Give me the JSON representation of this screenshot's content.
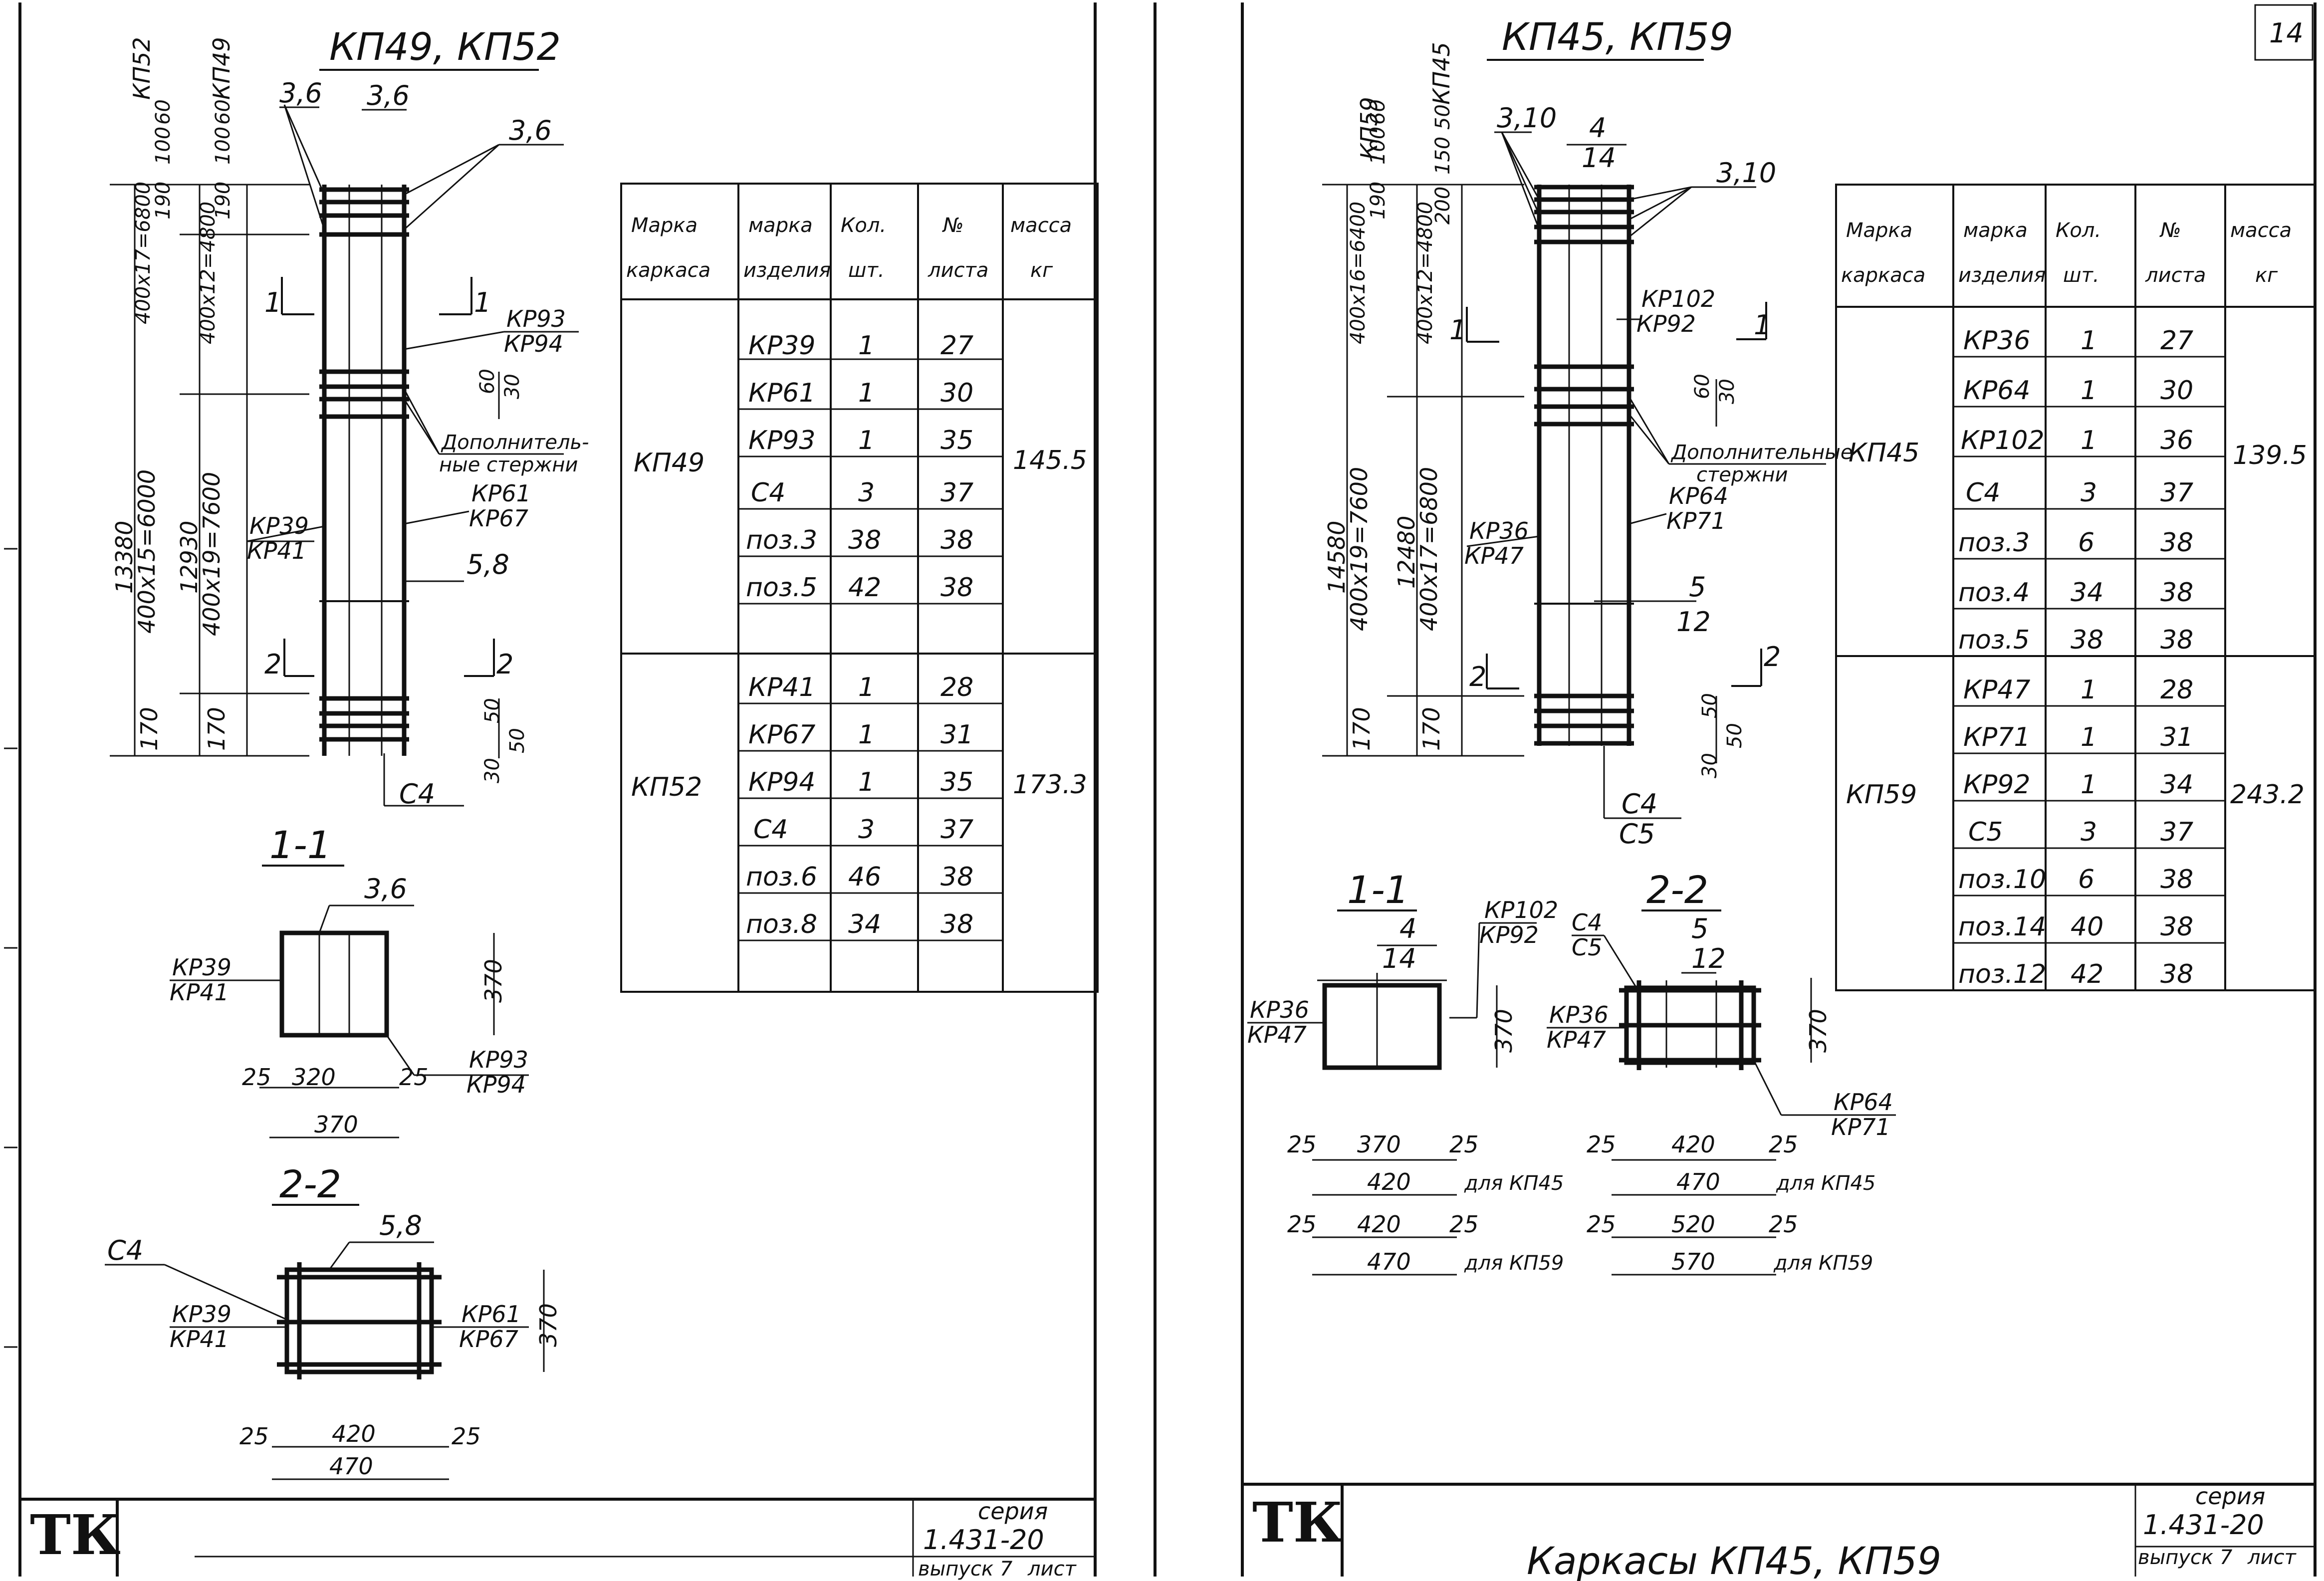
{
  "page_number": "14",
  "left": {
    "title": "КП49, КП52",
    "callouts": {
      "c36a": "3,6",
      "c36b": "3,6",
      "c36c": "3,6",
      "kr93_94": [
        "КР93",
        "КР94"
      ],
      "dop": [
        "Дополнитель-",
        "ные стержни"
      ],
      "kr61_67": [
        "КР61",
        "КР67"
      ],
      "kr39_41": [
        "КР39",
        "КР41"
      ],
      "c58": "5,8",
      "c4": "С4"
    },
    "elevation_dims": {
      "d1": "13380",
      "d2": "400х15=6000",
      "d3": "12930",
      "d4": "400х19=7600",
      "d5": "400х17=6800",
      "d6": "400х12=4800",
      "t1": "190",
      "t2": "100",
      "t3": "60",
      "b1": "170",
      "b2": "170",
      "r60": "60",
      "r30": "30",
      "r50": "50",
      "r50b": "50",
      "r30b": "30",
      "vk1": "КП52",
      "vk2": "КП49"
    },
    "section_marks": {
      "s1": "1",
      "s1b": "1",
      "s2": "2",
      "s2b": "2"
    },
    "section_1_1": {
      "title": "1-1",
      "bar": "3,6",
      "left_label": [
        "КР39",
        "КР41"
      ],
      "right_label": [
        "КР93",
        "КР94"
      ],
      "dims": [
        "25",
        "320",
        "25"
      ],
      "total": "370",
      "height": "370"
    },
    "section_2_2": {
      "title": "2-2",
      "bar": "5,8",
      "c4": "С4",
      "left_label": [
        "КР39",
        "КР41"
      ],
      "right_label": [
        "КР61",
        "КР67"
      ],
      "dims": [
        "25",
        "420",
        "25"
      ],
      "total": "470",
      "height": "370"
    },
    "table": {
      "headers": [
        [
          "Марка",
          "каркаса"
        ],
        [
          "марка",
          "изделия"
        ],
        [
          "Кол.",
          "шт."
        ],
        [
          "№",
          "листа"
        ],
        [
          "масса",
          "кг"
        ]
      ],
      "groups": [
        {
          "mark": "КП49",
          "mass": "145.5",
          "rows": [
            [
              "КР39",
              "1",
              "27"
            ],
            [
              "КР61",
              "1",
              "30"
            ],
            [
              "КР93",
              "1",
              "35"
            ],
            [
              "С4",
              "3",
              "37"
            ],
            [
              "поз.3",
              "38",
              "38"
            ],
            [
              "поз.5",
              "42",
              "38"
            ]
          ]
        },
        {
          "mark": "КП52",
          "mass": "173.3",
          "rows": [
            [
              "КР41",
              "1",
              "28"
            ],
            [
              "КР67",
              "1",
              "31"
            ],
            [
              "КР94",
              "1",
              "35"
            ],
            [
              "С4",
              "3",
              "37"
            ],
            [
              "поз.6",
              "46",
              "38"
            ],
            [
              "поз.8",
              "34",
              "38"
            ]
          ]
        }
      ]
    },
    "stamp": {
      "logo": "ТК",
      "series_label": "серия",
      "series": "1.431-20",
      "issue": "выпуск 7",
      "sheet": "лист"
    }
  },
  "right": {
    "title": "КП45, КП59",
    "callouts": {
      "c310a": "3,10",
      "c310b": "3,10",
      "c414": [
        "4",
        "14"
      ],
      "kr102_92": [
        "КР102",
        "КР92"
      ],
      "dop": [
        "Дополнительные",
        "стержни"
      ],
      "kr64_71": [
        "КР64",
        "КР71"
      ],
      "kr36_47": [
        "КР36",
        "КР47"
      ],
      "c512": [
        "5",
        "12"
      ],
      "c4c5": [
        "С4",
        "С5"
      ]
    },
    "elevation_dims": {
      "d1": "14580",
      "d2": "400х19=7600",
      "d3": "12480",
      "d4": "400х17=6800",
      "d5": "400х16=6400",
      "d6": "400х12=4800",
      "t1": "190",
      "t2": "100",
      "t3": "60",
      "t4": "200",
      "t5": "150",
      "t6": "50",
      "b1": "170",
      "b2": "170",
      "r60": "60",
      "r30": "30",
      "r50": "50",
      "r50b": "50",
      "r30b": "30",
      "vk1": "КП59",
      "vk2": "КП45"
    },
    "section_marks": {
      "s1": "1",
      "s1b": "1",
      "s2": "2",
      "s2b": "2"
    },
    "section_1_1": {
      "title": "1-1",
      "bar": [
        "4",
        "14"
      ],
      "top_label": [
        "КР102",
        "КР92"
      ],
      "left_label": [
        "КР36",
        "КР47"
      ],
      "height": "370",
      "dims_a": [
        "25",
        "370",
        "25"
      ],
      "total_a": "420",
      "for_a": "для КП45",
      "dims_b": [
        "25",
        "420",
        "25"
      ],
      "total_b": "470",
      "for_b": "для КП59"
    },
    "section_2_2": {
      "title": "2-2",
      "bar": [
        "5",
        "12"
      ],
      "c4c5": [
        "С4",
        "С5"
      ],
      "left_label": [
        "КР36",
        "КР47"
      ],
      "right_label": [
        "КР64",
        "КР71"
      ],
      "height": "370",
      "dims_a": [
        "25",
        "420",
        "25"
      ],
      "total_a": "470",
      "for_a": "для КП45",
      "dims_b": [
        "25",
        "520",
        "25"
      ],
      "total_b": "570",
      "for_b": "для КП59"
    },
    "table": {
      "headers": [
        [
          "Марка",
          "каркаса"
        ],
        [
          "марка",
          "изделия"
        ],
        [
          "Кол.",
          "шт."
        ],
        [
          "№",
          "листа"
        ],
        [
          "масса",
          "кг"
        ]
      ],
      "groups": [
        {
          "mark": "КП45",
          "mass": "139.5",
          "rows": [
            [
              "КР36",
              "1",
              "27"
            ],
            [
              "КР64",
              "1",
              "30"
            ],
            [
              "КР102",
              "1",
              "36"
            ],
            [
              "С4",
              "3",
              "37"
            ],
            [
              "поз.3",
              "6",
              "38"
            ],
            [
              "поз.4",
              "34",
              "38"
            ],
            [
              "поз.5",
              "38",
              "38"
            ]
          ]
        },
        {
          "mark": "КП59",
          "mass": "243.2",
          "rows": [
            [
              "КР47",
              "1",
              "28"
            ],
            [
              "КР71",
              "1",
              "31"
            ],
            [
              "КР92",
              "1",
              "34"
            ],
            [
              "С5",
              "3",
              "37"
            ],
            [
              "поз.10",
              "6",
              "38"
            ],
            [
              "поз.14",
              "40",
              "38"
            ],
            [
              "поз.12",
              "42",
              "38"
            ]
          ]
        }
      ]
    },
    "stamp": {
      "logo": "ТК",
      "series_label": "серия",
      "series": "1.431-20",
      "issue": "выпуск 7",
      "sheet": "лист",
      "caption": "Каркасы КП45, КП59"
    }
  }
}
